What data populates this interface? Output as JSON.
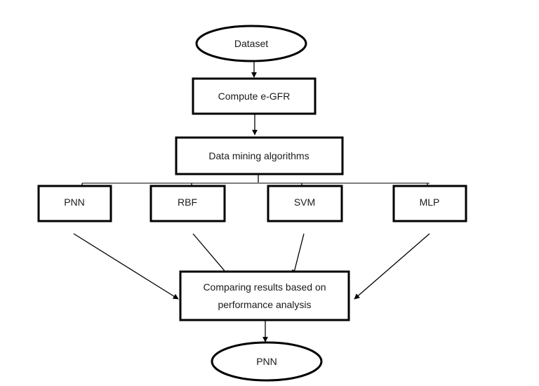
{
  "diagram": {
    "nodes": {
      "dataset": "Dataset",
      "compute": "Compute e-GFR",
      "mining": "Data mining algorithms",
      "pnn": "PNN",
      "rbf": "RBF",
      "svm": "SVM",
      "mlp": "MLP",
      "compare_line1": "Comparing results based on",
      "compare_line2": "performance analysis",
      "result": "PNN"
    },
    "colors": {
      "stroke": "#000000",
      "bus": "#7f7f7f",
      "text": "#1a1a1a"
    }
  }
}
